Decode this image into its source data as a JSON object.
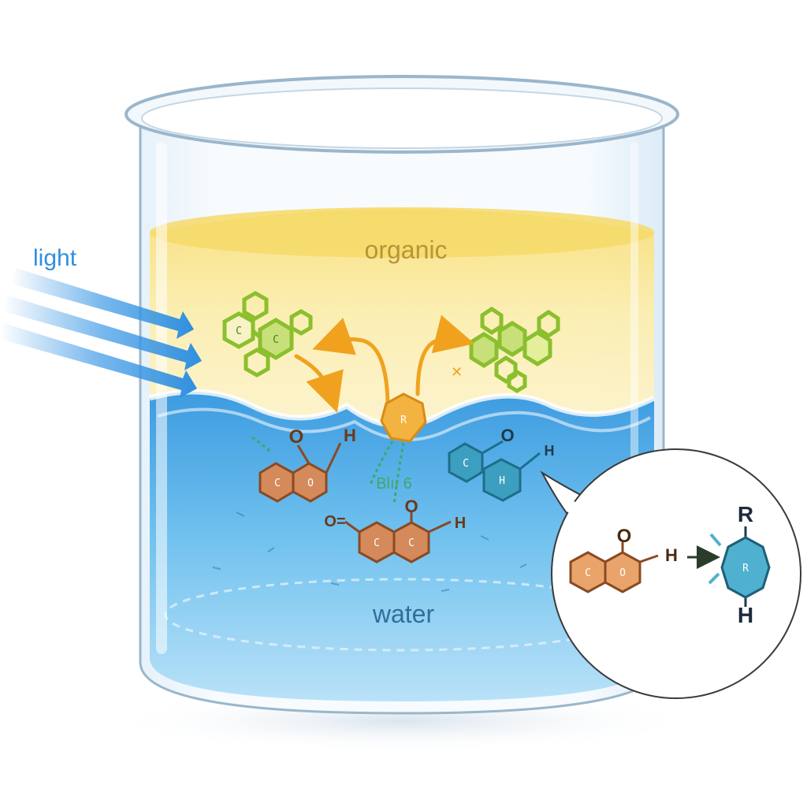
{
  "labels": {
    "light": "light",
    "organic": "organic",
    "water": "water",
    "interface_text": "Blıı 6"
  },
  "molecules": {
    "organic_left": {
      "ring_labels": [
        "C",
        "C"
      ]
    },
    "organic_right": {
      "ring_labels": []
    },
    "catalyst": {
      "ring_label": "R"
    },
    "brown_left": {
      "ring_labels": [
        "C",
        "O"
      ],
      "atoms": [
        "O",
        "H"
      ]
    },
    "teal_right": {
      "ring_labels": [
        "C",
        "H"
      ],
      "atoms": [
        "O",
        "H"
      ]
    },
    "brown_bottom": {
      "ring_labels": [
        "C",
        "C"
      ],
      "atoms": [
        "O=",
        "O",
        "H"
      ]
    }
  },
  "inset": {
    "left_ring_labels": [
      "C",
      "O"
    ],
    "left_atoms": [
      "O",
      "H"
    ],
    "right_ring_label": "R",
    "right_atoms": [
      "R",
      "H"
    ]
  },
  "colors": {
    "light": "#2f8fe0",
    "organic_text": "#b8943a",
    "water_text": "#2f6f9a",
    "organic_layer": "#fbe9a3",
    "water_layer": "#5fb3e6",
    "green_molecule": "#8bbf2e",
    "orange_arrow": "#f0a21f",
    "brown_ring": "#d48a5a",
    "teal_ring": "#3d9fc0",
    "catalyst": "#f2b340"
  }
}
